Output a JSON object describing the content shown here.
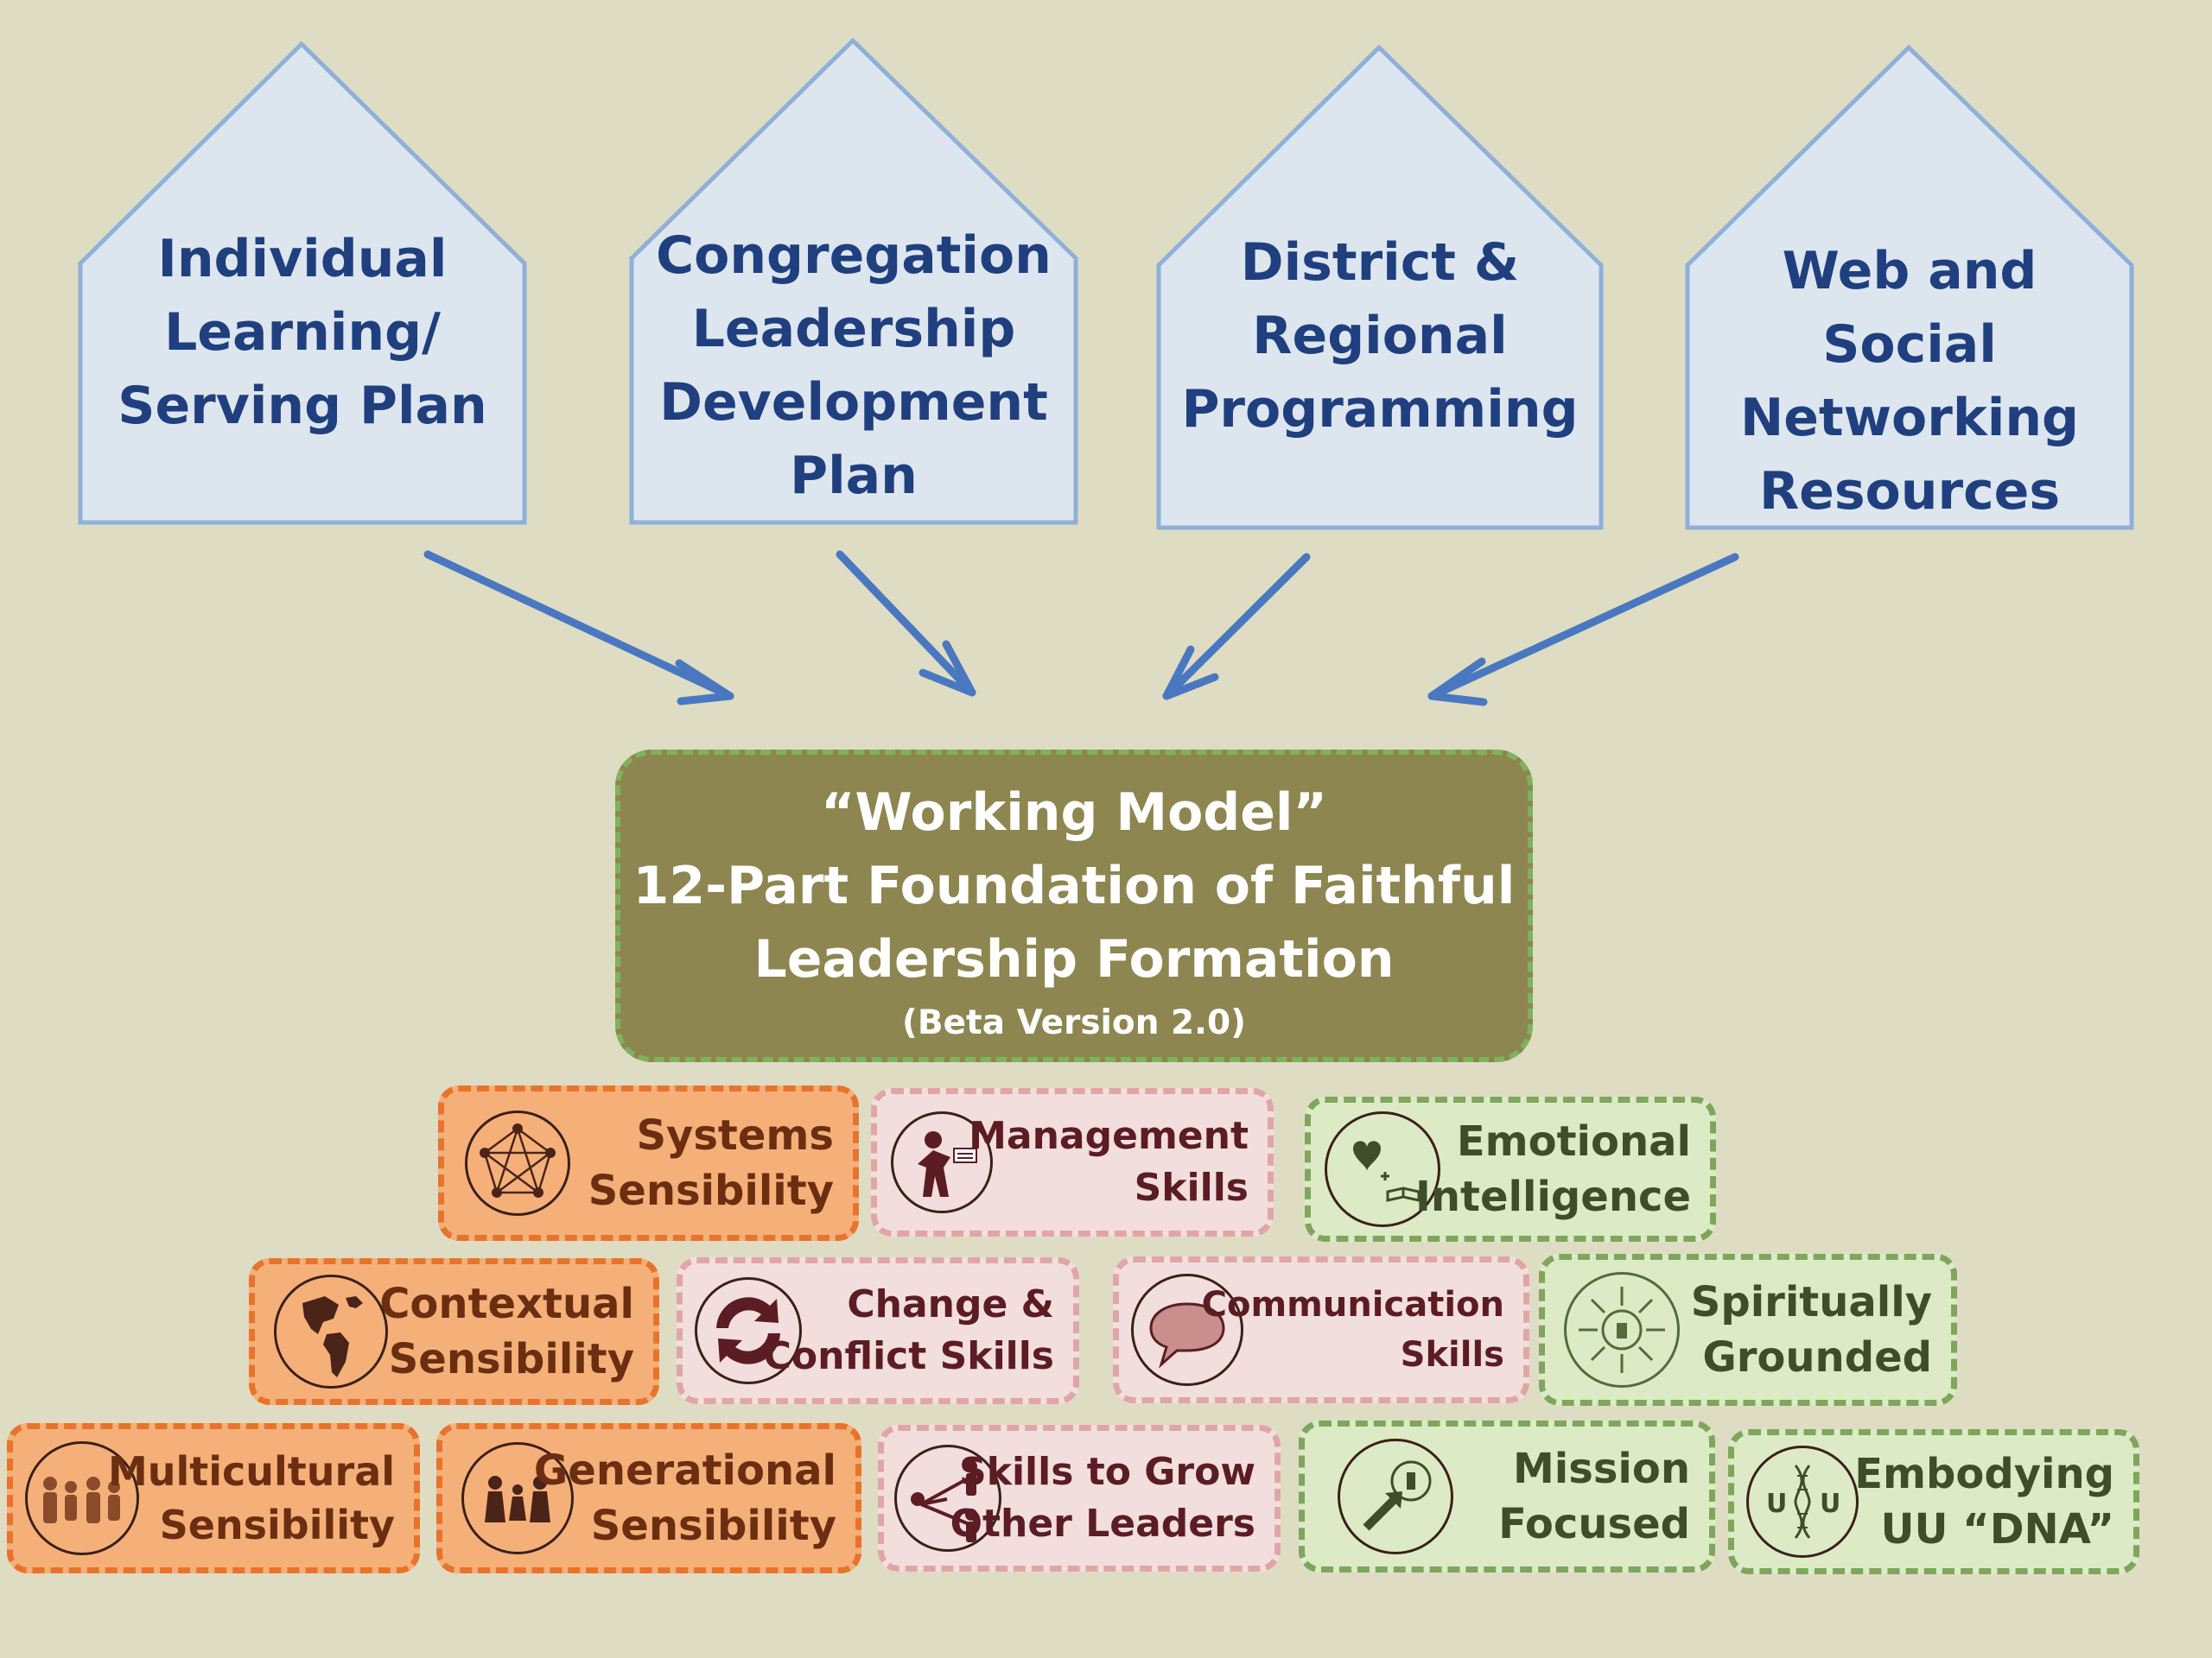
{
  "houses": [
    {
      "lines": [
        "Individual",
        "Learning/",
        "Serving Plan"
      ]
    },
    {
      "lines": [
        "Congregation",
        "Leadership",
        "Development",
        "Plan"
      ]
    },
    {
      "lines": [
        "District &",
        "Regional",
        "Programming"
      ]
    },
    {
      "lines": [
        "Web and",
        "Social",
        "Networking",
        "Resources"
      ]
    }
  ],
  "center": {
    "line1": "“Working Model”",
    "line2": "12-Part Foundation of Faithful",
    "line3": "Leadership Formation",
    "beta": "(Beta Version 2.0)"
  },
  "tiles": {
    "systems": {
      "l1": "Systems",
      "l2": "Sensibility"
    },
    "management": {
      "l1": "Management",
      "l2": "Skills"
    },
    "emotional": {
      "l1": "Emotional",
      "l2": "Intelligence"
    },
    "contextual": {
      "l1": "Contextual",
      "l2": "Sensibility"
    },
    "change": {
      "l1": "Change &",
      "l2": "Conflict Skills"
    },
    "communication": {
      "l1": "Communication",
      "l2": "Skills"
    },
    "spiritual": {
      "l1": "Spiritually",
      "l2": "Grounded"
    },
    "multicultural": {
      "l1": "Multicultural",
      "l2": "Sensibility"
    },
    "generational": {
      "l1": "Generational",
      "l2": "Sensibility"
    },
    "grow": {
      "l1": "Skills to Grow",
      "l2": "Other Leaders"
    },
    "mission": {
      "l1": "Mission",
      "l2": "Focused"
    },
    "embodying": {
      "l1": "Embodying",
      "l2": "UU “DNA”"
    }
  },
  "icons": {
    "systems": "network-pentagram-icon",
    "management": "person-presenting-icon",
    "emotional": "heart-plus-book-icon",
    "contextual": "globe-americas-icon",
    "change": "cycle-arrows-icon",
    "communication": "speech-bubble-icon",
    "spiritual": "sun-chalice-icon",
    "multicultural": "family-figures-icon",
    "generational": "three-generations-icon",
    "grow": "leader-network-icon",
    "mission": "arrow-to-chalice-icon",
    "embodying": "uu-dna-icon"
  },
  "colors": {
    "background": "#dfdcc4",
    "house_fill": "#dde6ef",
    "house_stroke": "#8fb0d8",
    "house_text": "#1f3f7f",
    "arrow": "#4a78c0",
    "center_fill": "#8d8650",
    "center_border": "#7fb25c",
    "orange_fill": "#f5b07a",
    "pink_fill": "#f3dede",
    "green_fill": "#dcebc6"
  }
}
